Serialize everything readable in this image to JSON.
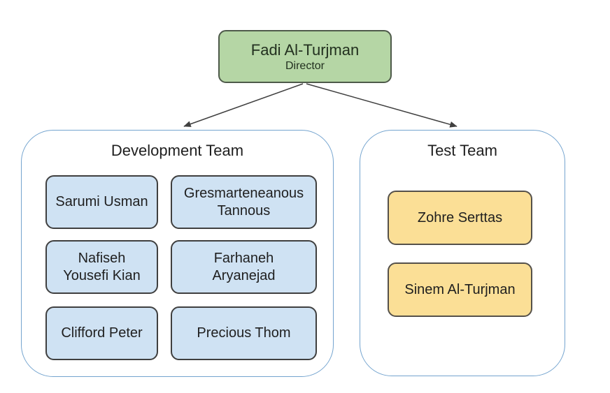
{
  "org_chart": {
    "director": {
      "name": "Fadi Al-Turjman",
      "role": "Director"
    },
    "teams": [
      {
        "name": "Development Team",
        "members": [
          "Sarumi Usman",
          "Gresmarteneanous\nTannous",
          "Nafiseh\nYousefi Kian",
          "Farhaneh\nAryanejad",
          "Clifford Peter",
          "Precious Thom"
        ]
      },
      {
        "name": "Test Team",
        "members": [
          "Zohre Serttas",
          "Sinem Al-Turjman"
        ]
      }
    ],
    "colors": {
      "director_fill": "#b5d6a5",
      "director_border": "#4e5a4a",
      "dev_member_fill": "#cfe2f3",
      "dev_member_border": "#3f3f3f",
      "test_member_fill": "#fbdf96",
      "test_member_border": "#55514a",
      "team_container_border": "#74a4cf",
      "arrow": "#3f3f3f",
      "text": "#1f1f1f"
    }
  }
}
